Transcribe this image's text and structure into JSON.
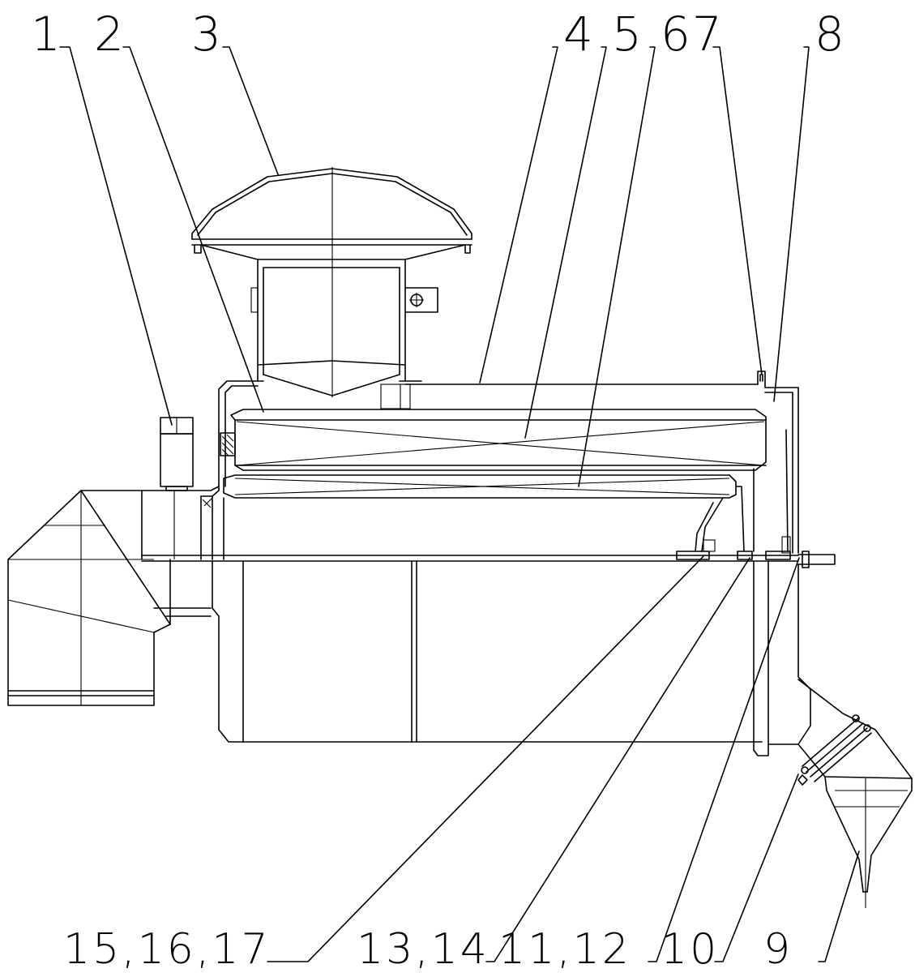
{
  "callouts_top": [
    "1",
    "2",
    "3",
    "4",
    "5",
    "67",
    "8"
  ],
  "callouts_bottom": [
    "15,16,17",
    "13,14",
    "11,12",
    "10",
    "9"
  ],
  "colors": {
    "line": "#000000",
    "background": "#ffffff"
  }
}
